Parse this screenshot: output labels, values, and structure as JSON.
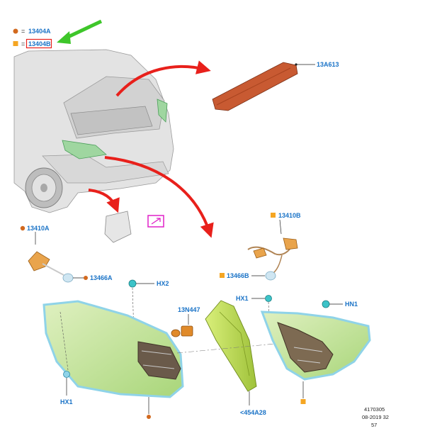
{
  "legend": [
    {
      "marker": "circle",
      "color": "#d2691e",
      "eq": "=",
      "part": "13404A"
    },
    {
      "marker": "square",
      "color": "#f5a623",
      "eq": "=",
      "part": "13404B",
      "highlighted": true
    }
  ],
  "callouts": {
    "high_mount_lamp": "13A613",
    "bulb_socket_left": "13410A",
    "bulb_socket_right": "13410B",
    "bulb_holder_left": "13466A",
    "bulb_holder_right": "13466B",
    "screw_hx2": "HX2",
    "screw_hx1_right": "HX1",
    "screw_hx1_left": "HX1",
    "nut_hn1": "HN1",
    "connector": "13N447",
    "bracket": "<454A28"
  },
  "footer": {
    "drawing_number": "4170305",
    "date_code": "08-2019 32",
    "page": "57"
  },
  "colors": {
    "callout_text": "#1a73c7",
    "arrow_red": "#e8201b",
    "arrow_green": "#3ec62a",
    "lamp_lens": "#c9e69a",
    "lamp_edge": "#8fd3e8",
    "highlight_box": "#e8201b",
    "magenta_box": "#e020c8"
  }
}
